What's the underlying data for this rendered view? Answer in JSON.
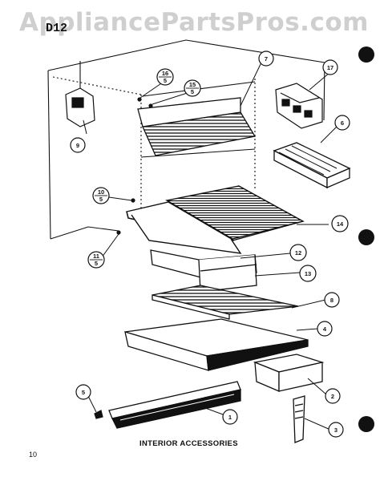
{
  "watermark": "AppliancePartsPros.com",
  "model_label": "D12",
  "caption": "INTERIOR ACCESSORIES",
  "page_number": "10",
  "callouts": {
    "c1": "1",
    "c2": "2",
    "c3": "3",
    "c4": "4",
    "c5": "5",
    "c6": "6",
    "c7": "7",
    "c8": "8",
    "c9": "9",
    "c12": "12",
    "c13": "13",
    "c14": "14",
    "c17": "17",
    "c10_top": "10",
    "c10_bottom": "5",
    "c11_top": "11",
    "c11_bottom": "5",
    "c15_top": "15",
    "c15_bottom": "5",
    "c16_top": "16",
    "c16_bottom": "5"
  },
  "colors": {
    "ink": "#111111",
    "watermark": "#cfcfcf",
    "paper": "#ffffff"
  }
}
